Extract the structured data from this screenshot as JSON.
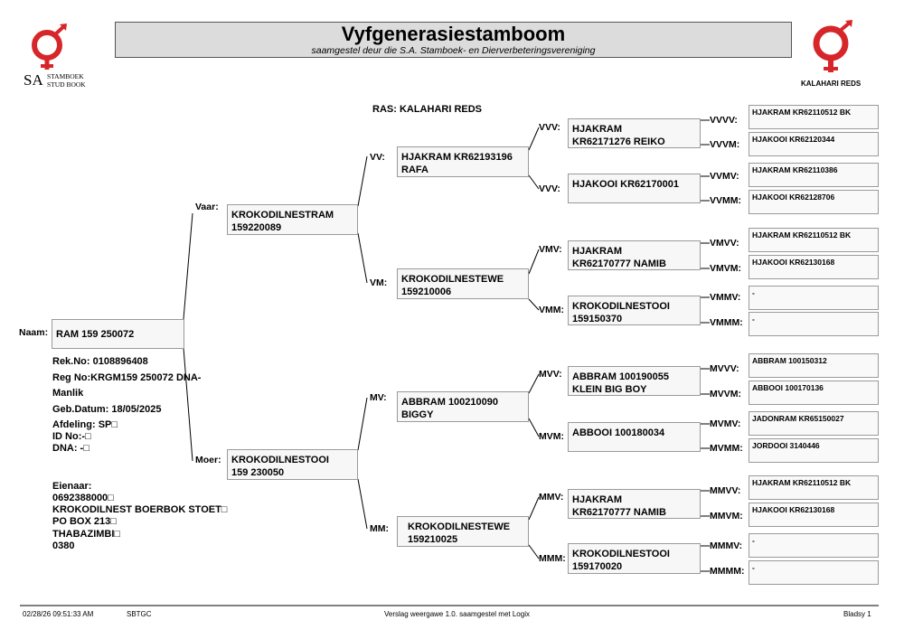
{
  "header": {
    "title": "Vyfgenerasiestamboom",
    "subtitle": "saamgestel deur die S.A. Stamboek- en Dierverbeteringsvereniging",
    "logo_left_text": [
      "SA",
      "STAMBOEK",
      "STUD BOOK"
    ],
    "logo_right_text": "KALAHARI REDS",
    "brand_color": "#d7262a"
  },
  "breed": "RAS: KALAHARI REDS",
  "animal": {
    "name_label": "Naam:",
    "name": "RAM 159 250072",
    "details": [
      "Rek.No: 0108896408",
      "Reg No:KRGM159 250072 DNA-",
      "Manlik",
      "Geb.Datum: 18/05/2025",
      "Afdeling: SP□",
      "ID No:-□",
      "DNA: -□"
    ],
    "owner": [
      "Eienaar:",
      "0692388000□",
      "KROKODILNEST BOERBOK STOET□",
      "PO BOX 213□",
      "THABAZIMBI□",
      "0380"
    ]
  },
  "parents": {
    "vaar": {
      "label": "Vaar:",
      "text": "KROKODILNESTRAM\n159220089"
    },
    "moer": {
      "label": "Moer:",
      "text": "KROKODILNESTOOI\n159 230050"
    }
  },
  "grandparents": [
    {
      "label": "VV:",
      "text": "HJAKRAM KR62193196\nRAFA"
    },
    {
      "label": "VM:",
      "text": "KROKODILNESTEWE\n159210006"
    },
    {
      "label": "MV:",
      "text": "ABBRAM 100210090\nBIGGY"
    },
    {
      "label": "MM:",
      "text": "KROKODILNESTEWE\n159210025"
    }
  ],
  "great_grandparents": [
    {
      "label": "VVV:",
      "text": "HJAKRAM\nKR62171276 REIKO"
    },
    {
      "label": "VVV:",
      "text": "HJAKOOI KR62170001"
    },
    {
      "label": "VMV:",
      "text": "HJAKRAM\nKR62170777 NAMIB"
    },
    {
      "label": "VMM:",
      "text": "KROKODILNESTOOI\n159150370"
    },
    {
      "label": "MVV:",
      "text": "ABBRAM 100190055\nKLEIN BIG BOY"
    },
    {
      "label": "MVM:",
      "text": "ABBOOI 100180034"
    },
    {
      "label": "MMV:",
      "text": "HJAKRAM\nKR62170777 NAMIB"
    },
    {
      "label": "MMM:",
      "text": "KROKODILNESTOOI\n159170020"
    }
  ],
  "gen5": [
    {
      "label": "VVVV:",
      "text": "HJAKRAM KR62110512 BK"
    },
    {
      "label": "VVVM:",
      "text": "HJAKOOI KR62120344"
    },
    {
      "label": "VVMV:",
      "text": "HJAKRAM KR62110386"
    },
    {
      "label": "VVMM:",
      "text": "HJAKOOI KR62128706"
    },
    {
      "label": "VMVV:",
      "text": "HJAKRAM KR62110512 BK"
    },
    {
      "label": "VMVM:",
      "text": "HJAKOOI KR62130168"
    },
    {
      "label": "VMMV:",
      "text": "-"
    },
    {
      "label": "VMMM:",
      "text": "-"
    },
    {
      "label": "MVVV:",
      "text": "ABBRAM 100150312"
    },
    {
      "label": "MVVM:",
      "text": "ABBOOI 100170136"
    },
    {
      "label": "MVMV:",
      "text": "JADONRAM KR65150027"
    },
    {
      "label": "MVMM:",
      "text": "JORDOOI 3140446"
    },
    {
      "label": "MMVV:",
      "text": "HJAKRAM KR62110512 BK"
    },
    {
      "label": "MMVM:",
      "text": "HJAKOOI KR62130168"
    },
    {
      "label": "MMMV:",
      "text": "-"
    },
    {
      "label": "MMMM:",
      "text": "-"
    }
  ],
  "footer": {
    "datetime": "02/28/26 09:51:33 AM",
    "code": "SBTGC",
    "report": "Verslag weergawe 1.0. saamgestel met Logix",
    "page": "Bladsy 1"
  }
}
